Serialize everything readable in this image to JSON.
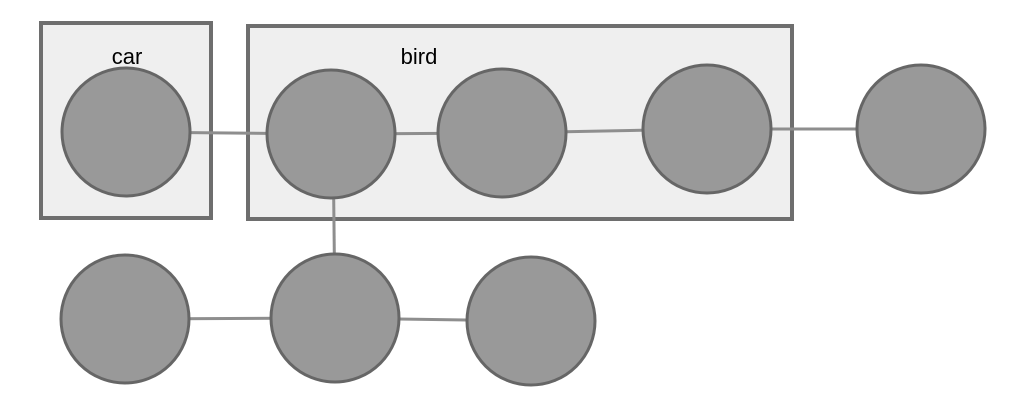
{
  "diagram": {
    "groups": [
      {
        "id": "car",
        "label": "car"
      },
      {
        "id": "bird",
        "label": "bird"
      }
    ],
    "nodes": [
      {
        "id": "n1",
        "group": "car"
      },
      {
        "id": "n2",
        "group": "bird"
      },
      {
        "id": "n3",
        "group": "bird"
      },
      {
        "id": "n4",
        "group": "bird"
      },
      {
        "id": "n5",
        "group": ""
      },
      {
        "id": "n6",
        "group": ""
      },
      {
        "id": "n7",
        "group": ""
      },
      {
        "id": "n8",
        "group": ""
      }
    ],
    "edges": [
      {
        "from": "n1",
        "to": "n2"
      },
      {
        "from": "n2",
        "to": "n3"
      },
      {
        "from": "n3",
        "to": "n4"
      },
      {
        "from": "n4",
        "to": "n5"
      },
      {
        "from": "n2",
        "to": "n7"
      },
      {
        "from": "n6",
        "to": "n7"
      },
      {
        "from": "n7",
        "to": "n8"
      }
    ],
    "colors": {
      "node_fill": "#999999",
      "node_stroke": "#666666",
      "box_fill": "#efefef",
      "box_stroke": "#6e6e6e",
      "edge": "#8e8e8e"
    }
  }
}
